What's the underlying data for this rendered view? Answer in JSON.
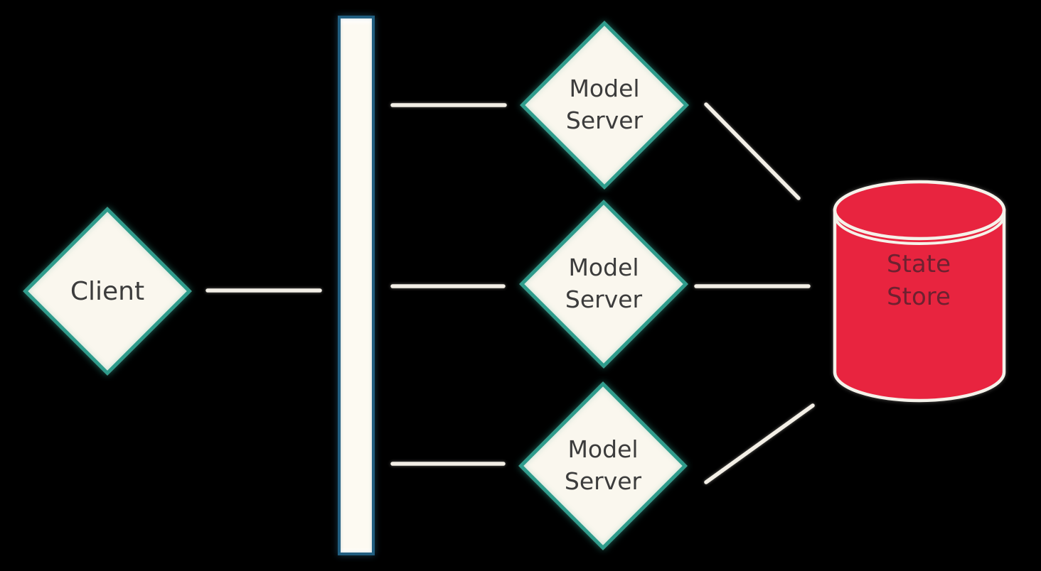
{
  "diagram": {
    "nodes": {
      "client": {
        "label": "Client",
        "shape": "diamond"
      },
      "load_balancer_bar": {
        "label": "",
        "shape": "vertical-bar"
      },
      "model_server_1": {
        "label": "Model Server",
        "shape": "diamond"
      },
      "model_server_2": {
        "label": "Model Server",
        "shape": "diamond"
      },
      "model_server_3": {
        "label": "Model Server",
        "shape": "diamond"
      },
      "state_store": {
        "label": "State Store",
        "shape": "cylinder"
      }
    },
    "edges": [
      {
        "from": "client",
        "to": "load_balancer_bar"
      },
      {
        "from": "load_balancer_bar",
        "to": "model_server_1"
      },
      {
        "from": "load_balancer_bar",
        "to": "model_server_2"
      },
      {
        "from": "load_balancer_bar",
        "to": "model_server_3"
      },
      {
        "from": "model_server_1",
        "to": "state_store"
      },
      {
        "from": "model_server_2",
        "to": "state_store"
      },
      {
        "from": "model_server_3",
        "to": "state_store"
      }
    ],
    "colors": {
      "background": "#000000",
      "diamond_fill": "#faf7ee",
      "diamond_border": "#2e9c8c",
      "bar_fill": "#fdfaf2",
      "bar_border": "#215e80",
      "cylinder_fill": "#e8243f",
      "cylinder_outline": "#f5f2ea",
      "connector_line": "#f3efe6",
      "node_text": "#3c3c3c",
      "cylinder_text": "#6e2130"
    }
  }
}
